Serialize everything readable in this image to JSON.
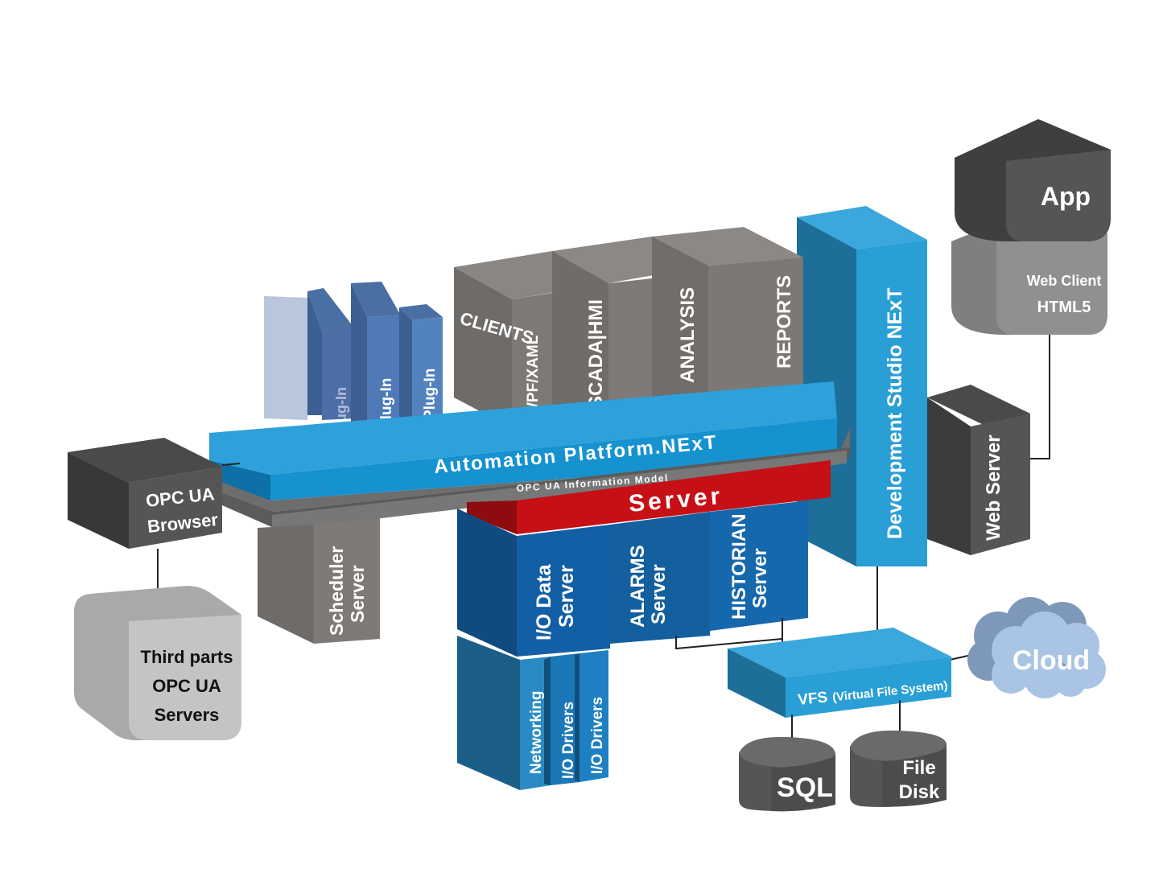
{
  "labels": {
    "app": "App",
    "web_client": "Web Client",
    "html5": "HTML5",
    "development_studio": "Development Studio NExT",
    "web_server": "Web Server",
    "plugin_1": "Plug-In",
    "plugin_2": "Plug-In",
    "plugin_3": "Plug-In",
    "clients": "CLIENTS",
    "wpf_xaml": "WPF/XAML",
    "scada_hmi": "SCADA|HMI",
    "analysis": "ANALYSIS",
    "reports": "REPORTS",
    "platform": "Automation Platform.NExT",
    "information_model": "OPC UA Information Model",
    "server": "Server",
    "opc_ua_browser_1": "OPC UA",
    "opc_ua_browser_2": "Browser",
    "scheduler": "Scheduler",
    "scheduler_server": "Server",
    "io_data": "I/O Data",
    "io_data_server": "Server",
    "alarms": "ALARMS",
    "alarms_server": "Server",
    "historian": "HISTORIAN",
    "historian_server": "Server",
    "third_parts_1": "Third parts",
    "third_parts_2": "OPC UA",
    "third_parts_3": "Servers",
    "networking": "Networking",
    "io_drivers_1": "I/O Drivers",
    "io_drivers_2": "I/O Drivers",
    "vfs": "VFS",
    "vfs_sub": "(Virtual File System)",
    "cloud": "Cloud",
    "sql": "SQL",
    "file": "File",
    "disk": "Disk"
  },
  "colors": {
    "platform_blue": "#1592cf",
    "server_red": "#c70f16",
    "module_blue": "#135fa6",
    "studio_blue": "#2a9fd6",
    "gray": "#747170",
    "dark_gray": "#555555"
  }
}
